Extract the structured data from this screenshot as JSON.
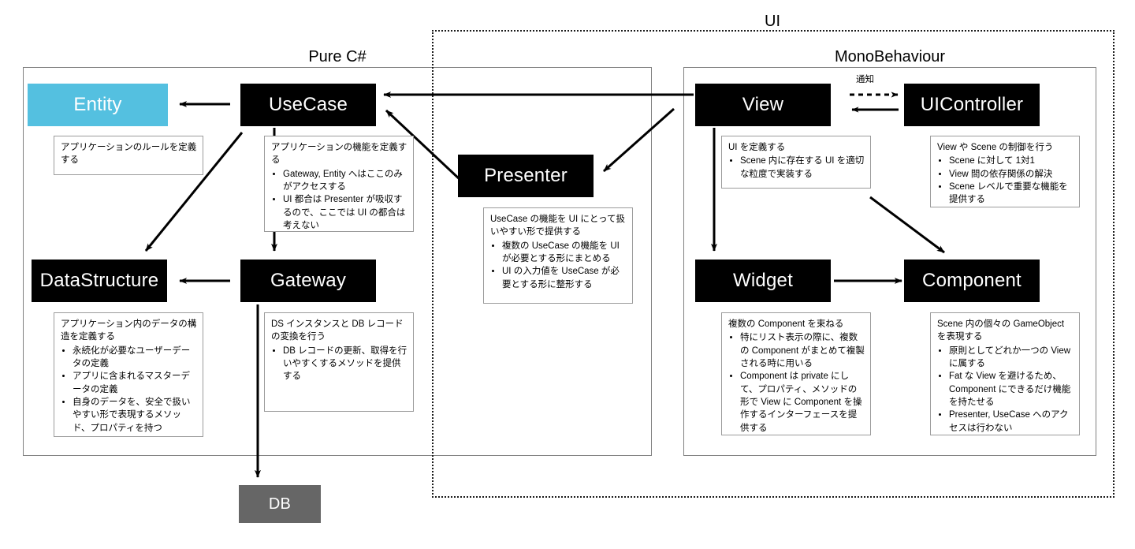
{
  "diagram": {
    "title_ui": "UI",
    "groups": [
      {
        "id": "pure-csharp",
        "label": "Pure C#"
      },
      {
        "id": "monobehaviour",
        "label": "MonoBehaviour"
      }
    ],
    "nodes": [
      {
        "id": "entity",
        "label": "Entity"
      },
      {
        "id": "usecase",
        "label": "UseCase"
      },
      {
        "id": "datastructure",
        "label": "DataStructure"
      },
      {
        "id": "gateway",
        "label": "Gateway"
      },
      {
        "id": "presenter",
        "label": "Presenter"
      },
      {
        "id": "view",
        "label": "View"
      },
      {
        "id": "uicontroller",
        "label": "UIController"
      },
      {
        "id": "widget",
        "label": "Widget"
      },
      {
        "id": "component",
        "label": "Component"
      },
      {
        "id": "db",
        "label": "DB"
      }
    ],
    "edge_labels": [
      {
        "id": "notify",
        "label": "通知"
      }
    ],
    "notes": {
      "entity": {
        "head": "アプリケーションのルールを定義する",
        "bullets": []
      },
      "usecase": {
        "head": "アプリケーションの機能を定義する",
        "bullets": [
          "Gateway, Entity へはここのみがアクセスする",
          "UI 都合は Presenter が吸収するので、ここでは UI の都合は考えない"
        ]
      },
      "datastructure": {
        "head": "アプリケーション内のデータの構造を定義する",
        "bullets": [
          "永続化が必要なユーザーデータの定義",
          "アプリに含まれるマスターデータの定義",
          "自身のデータを、安全で扱いやすい形で表現するメソッド、プロパティを持つ"
        ]
      },
      "gateway": {
        "head": "DS インスタンスと DB レコードの変換を行う",
        "bullets": [
          "DB レコードの更新、取得を行いやすくするメソッドを提供する"
        ]
      },
      "presenter": {
        "head": "UseCase の機能を UI にとって扱いやすい形で提供する",
        "bullets": [
          "複数の UseCase の機能を UI が必要とする形にまとめる",
          "UI の入力値を UseCase が必要とする形に整形する"
        ]
      },
      "view": {
        "head": "UI を定義する",
        "bullets": [
          "Scene 内に存在する UI を適切な粒度で実装する"
        ]
      },
      "uicontroller": {
        "head": "View や Scene の制御を行う",
        "bullets": [
          "Scene に対して 1対1",
          "View 間の依存関係の解決",
          "Scene レベルで重要な機能を提供する"
        ]
      },
      "widget": {
        "head": "複数の Component を束ねる",
        "bullets": [
          "特にリスト表示の際に、複数の Component がまとめて複製される時に用いる",
          "Component は private にして、プロパティ、メソッドの形で View に Component を操作するインターフェースを提供する"
        ]
      },
      "component": {
        "head": "Scene 内の個々の GameObject を表現する",
        "bullets": [
          "原則としてどれか一つの View に属する",
          "Fat な View を避けるため、Component にできるだけ機能を持たせる",
          "Presenter, UseCase へのアクセスは行わない"
        ]
      }
    },
    "colors": {
      "node_fill": "#000000",
      "entity_fill": "#54c0e0",
      "db_fill": "#666666",
      "panel_border": "#808080",
      "note_border": "#9b9b9b",
      "arrow": "#000000"
    }
  }
}
